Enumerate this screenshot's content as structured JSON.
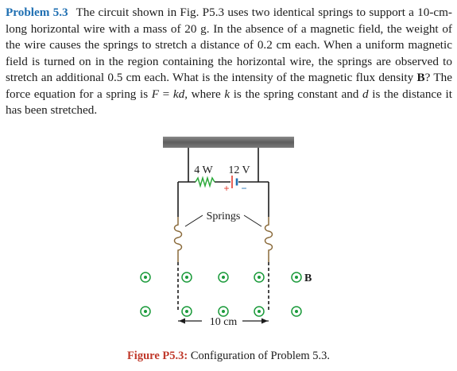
{
  "problem": {
    "label": "Problem 5.3",
    "text_1": "The circuit shown in Fig. P5.3 uses two identical springs to support a 10-cm-long horizontal wire with a mass of 20 g. In the absence of a magnetic field, the weight of the wire causes the springs to stretch a distance of 0.2 cm each. When a uniform magnetic field is turned on in the region containing the horizontal wire, the springs are observed to stretch an additional 0.5 cm each. What is the intensity of the magnetic flux density ",
    "bold_B": "B",
    "text_2": "? The force equation for a spring is ",
    "eq_F": "F",
    "eq_eq": " = ",
    "eq_k": "k",
    "eq_d": "d",
    "text_3": ", where ",
    "var_k": "k",
    "text_4": " is the spring constant and ",
    "var_d": "d",
    "text_5": " is the distance it has been stretched."
  },
  "figure": {
    "resistor_label": "4 W",
    "battery_label": "12 V",
    "plus_sign": "+",
    "minus_sign": "−",
    "springs_label": "Springs",
    "field_label": "B",
    "length_label": "10 cm",
    "colors": {
      "resistor": "#2eaa3c",
      "battery_plus": "#e23b2e",
      "battery_minus": "#1f6fb2",
      "field_marker": "#1a9a3a",
      "ceiling": "#6e6e6e"
    },
    "caption_label": "Figure P5.3:",
    "caption_text": " Configuration of Problem 5.3."
  }
}
